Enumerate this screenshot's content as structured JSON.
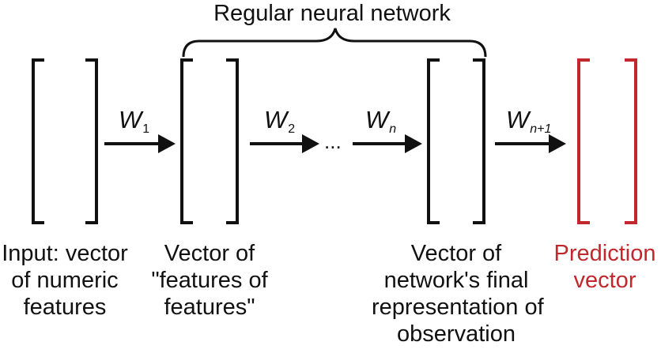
{
  "diagram": {
    "title": "Regular neural network",
    "weights": {
      "w1": {
        "base": "W",
        "sub": "1"
      },
      "w2": {
        "base": "W",
        "sub": "2"
      },
      "wn": {
        "base": "W",
        "sub": "n"
      },
      "wn1": {
        "base": "W",
        "sub": "n+1"
      }
    },
    "ellipsis": "...",
    "labels": {
      "input": [
        "Input: vector",
        "of numeric",
        "features"
      ],
      "features": [
        "Vector of",
        "\"features of",
        "features\""
      ],
      "final": [
        "Vector of",
        "network's final",
        "representation of",
        "observation"
      ],
      "prediction": [
        "Prediction",
        "vector"
      ]
    },
    "colors": {
      "ink": "#111111",
      "prediction": "#c1272d"
    }
  }
}
